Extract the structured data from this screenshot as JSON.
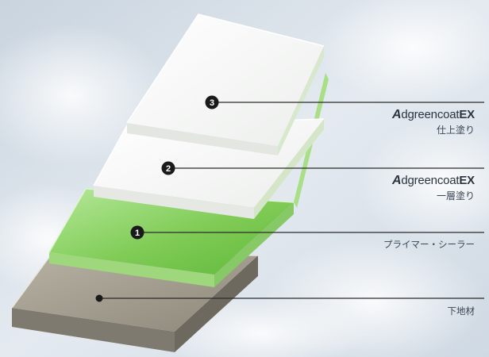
{
  "layers": [
    {
      "number": "3",
      "brand_mark": "A",
      "brand_text": "dgreencoat",
      "brand_suffix": "EX",
      "description": "仕上塗り"
    },
    {
      "number": "2",
      "brand_mark": "A",
      "brand_text": "dgreencoat",
      "brand_suffix": "EX",
      "description": "一層塗り"
    },
    {
      "number": "1",
      "description": "プライマー・シーラー"
    },
    {
      "description": "下地材"
    }
  ],
  "colors": {
    "sky": "#d9e2ec",
    "layer_white": "#f7f7f4",
    "layer_green": "#8fd36a",
    "layer_substrate": "#a8a294",
    "badge": "#1a1a1a",
    "leader_line": "#2b2b2b"
  }
}
